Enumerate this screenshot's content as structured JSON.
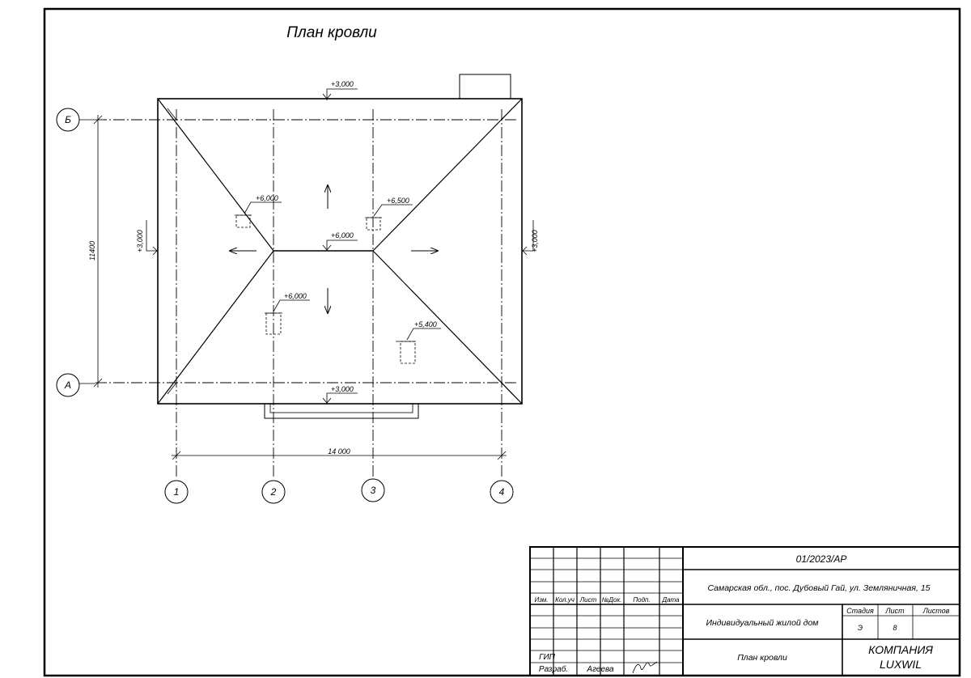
{
  "drawing": {
    "title": "План кровли",
    "levels": {
      "top": "+3,000",
      "left": "+3,000",
      "right": "+3,000",
      "bottom": "+3,000",
      "ridge": "+6,000",
      "c1": "+6,000",
      "c2": "+6,500",
      "c3": "+6,000",
      "c4": "+5,400"
    },
    "dims": {
      "width": "14 000",
      "height": "11400"
    },
    "axes": {
      "rows": [
        "Б",
        "А"
      ],
      "cols": [
        "1",
        "2",
        "3",
        "4"
      ]
    }
  },
  "stamp": {
    "code": "01/2023/АР",
    "address": "Самарская обл., пос. Дубовый Гай, ул. Земляничная, 15",
    "object": "Индивидуальный жилой дом",
    "sheet_title": "План кровли",
    "company": [
      "КОМПАНИЯ",
      "LUXWIL"
    ],
    "headers": [
      "Изм.",
      "Кол.уч",
      "Лист",
      "№Док.",
      "Подп.",
      "Дата"
    ],
    "stage_headers": [
      "Стадия",
      "Лист",
      "Листов"
    ],
    "stage": "Э",
    "sheet": "8",
    "sheets": "",
    "roles": [
      "ГИП",
      "Разраб."
    ],
    "developer": "Агеева"
  }
}
